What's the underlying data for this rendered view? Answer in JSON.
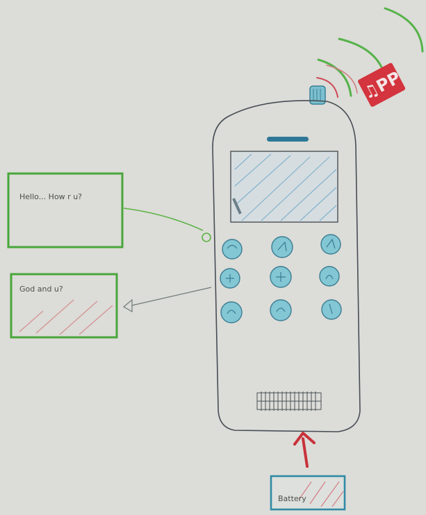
{
  "sketch": {
    "message_in": "Hello... How r u?",
    "message_out": "God and u?",
    "battery_label": "Battery",
    "ringtone_marks": "♫PP"
  },
  "colors": {
    "paper": "#dcdcd8",
    "pencil": "#4a5055",
    "green": "#4faf3a",
    "teal": "#3a8fa6",
    "red": "#c8323a",
    "screen_blue": "#6aa6c7",
    "key_blue": "#7fc2d2"
  }
}
